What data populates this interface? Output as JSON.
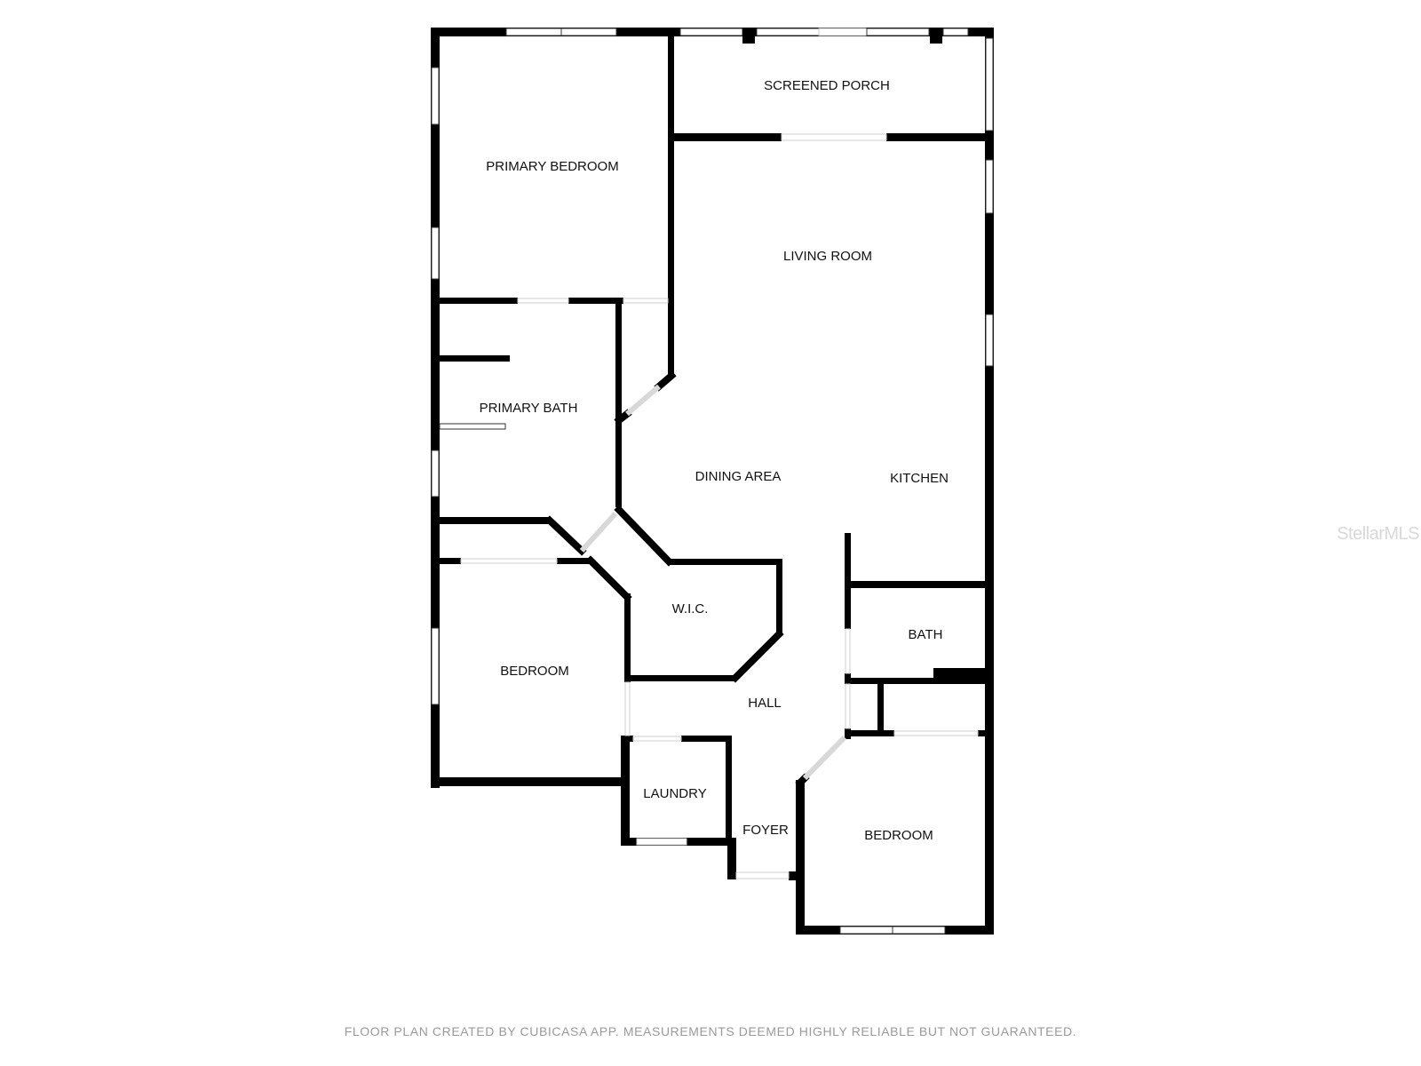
{
  "rooms": {
    "screened_porch": "SCREENED PORCH",
    "primary_bedroom": "PRIMARY BEDROOM",
    "living_room": "LIVING ROOM",
    "primary_bath": "PRIMARY BATH",
    "dining_area": "DINING AREA",
    "kitchen": "KITCHEN",
    "wic": "W.I.C.",
    "bath": "BATH",
    "bedroom_left": "BEDROOM",
    "hall": "HALL",
    "laundry": "LAUNDRY",
    "foyer": "FOYER",
    "bedroom_right": "BEDROOM"
  },
  "watermark": "StellarMLS",
  "disclaimer": "FLOOR PLAN CREATED BY CUBICASA APP. MEASUREMENTS DEEMED HIGHLY RELIABLE BUT NOT GUARANTEED.",
  "colors": {
    "wall": "#000000",
    "background": "#ffffff",
    "disclaimer_text": "#9a9a9a",
    "watermark_text": "#d8d8d8"
  }
}
